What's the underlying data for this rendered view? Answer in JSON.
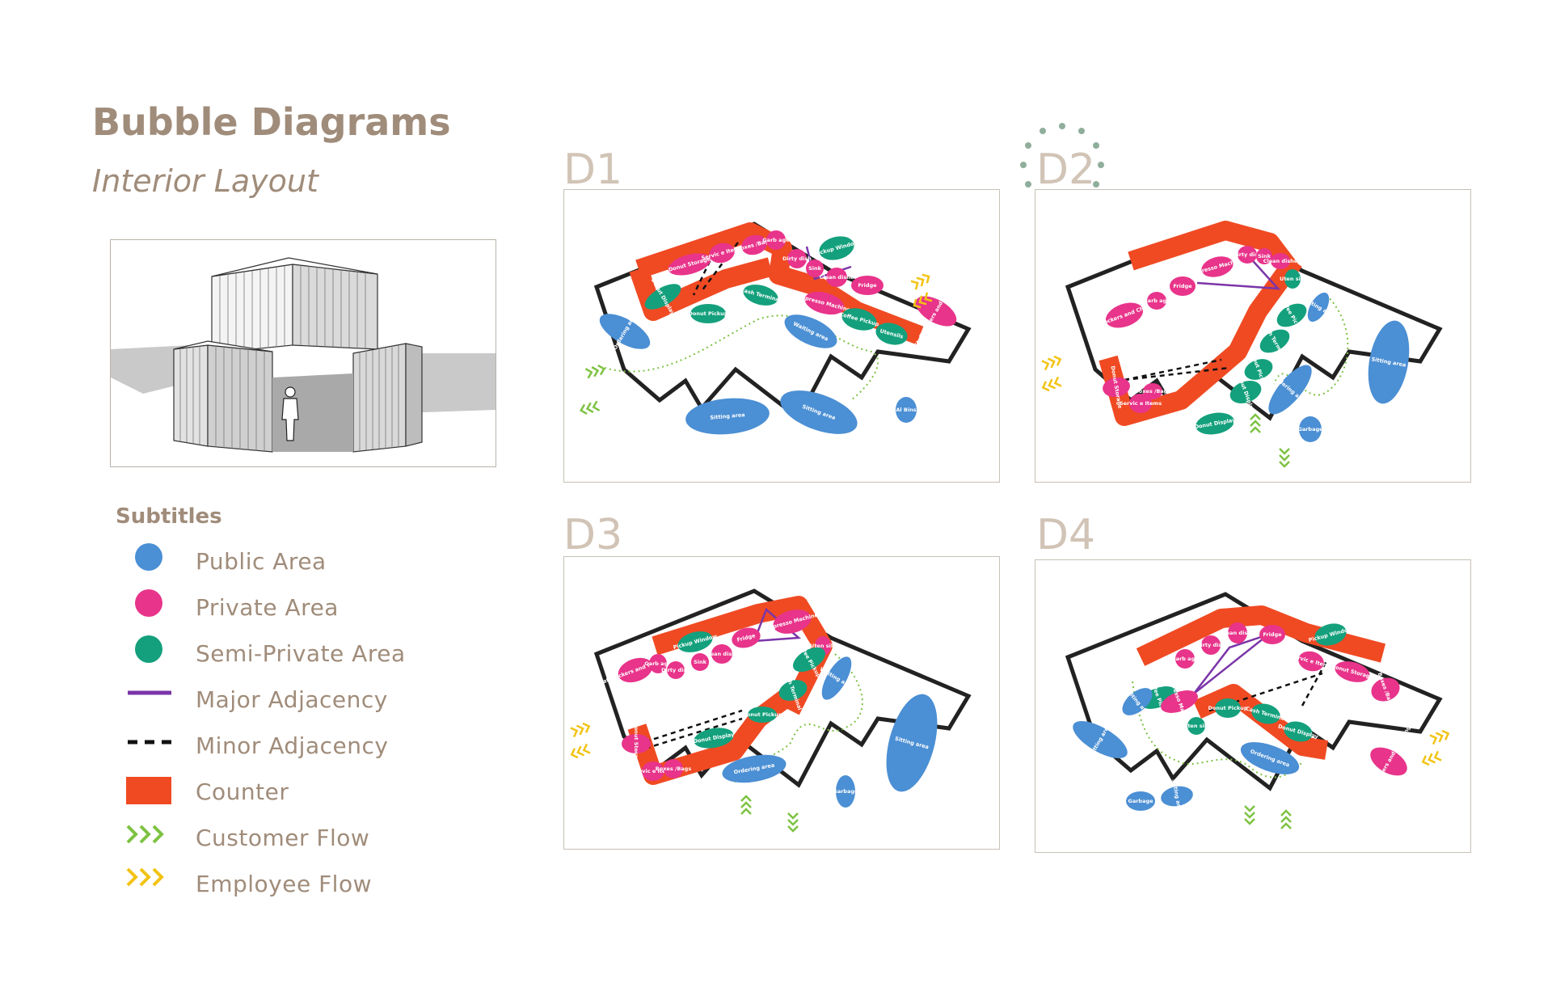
{
  "header": {
    "title": "Bubble Diagrams",
    "subtitle": "Interior Layout"
  },
  "colors": {
    "public": "#4b8fd4",
    "private": "#e8348a",
    "semi_private": "#14a07c",
    "major_adjacency": "#7b35a8",
    "minor_adjacency": "#111111",
    "counter": "#f04a23",
    "customer_flow": "#7dc242",
    "employee_flow": "#f2c313",
    "title_text": "#a08c7a",
    "panel_label": "#d1c4b6"
  },
  "legend": {
    "title": "Subtitles",
    "items": [
      {
        "label": "Public Area",
        "symbol": "dot-public"
      },
      {
        "label": "Private Area",
        "symbol": "dot-private"
      },
      {
        "label": "Semi-Private Area",
        "symbol": "dot-semi"
      },
      {
        "label": "Major Adjacency",
        "symbol": "line-major"
      },
      {
        "label": "Minor Adjacency",
        "symbol": "line-minor"
      },
      {
        "label": "Counter",
        "symbol": "rect-counter"
      },
      {
        "label": "Customer Flow",
        "symbol": "chevrons-customer"
      },
      {
        "label": "Employee Flow",
        "symbol": "chevrons-employee"
      }
    ]
  },
  "panels": {
    "d1": {
      "label": "D1",
      "bubbles": [
        "Donut Storage",
        "Servic e Items",
        "Boxes /Bags",
        "Garb age",
        "Pickup Window",
        "Dirty dish",
        "Sink",
        "Clean dishe",
        "Fridge",
        "Donut Display",
        "Donut Pickup",
        "Cash Terminal",
        "Espresso Machine",
        "Coffee Pickup",
        "Utensils",
        "Staff Lockers and Changing",
        "Ordering area",
        "Waiting area",
        "Sitting area",
        "Sitting area",
        "Al Bins"
      ]
    },
    "d2": {
      "label": "D2",
      "bubbles": [
        "Staff Lockers and Changing",
        "Garb age",
        "Fridge",
        "Espresso Machine",
        "Dirty dish",
        "Sink",
        "Clean dishe",
        "Uten sils",
        "Coffee Pickup",
        "Cash Terminal",
        "Donut Pickup",
        "Donut Display",
        "Donut Display",
        "Donut Storage",
        "Servic e Items",
        "Boxes /Bags",
        "Ordering area",
        "Waiting area",
        "Sitting area",
        "Garbage"
      ]
    },
    "d3": {
      "label": "D3",
      "bubbles": [
        "Staff Lockers and Changing",
        "Garb age",
        "Pickup Window",
        "Dirty dish",
        "Sink",
        "Clean dishe",
        "Fridge",
        "Espresso Machine",
        "Uten sils",
        "Coffee Pickup",
        "Cash Terminal",
        "Donut Pickup",
        "Donut Display",
        "Donut Storage",
        "Servic e Items",
        "Boxes /Bags",
        "Ordering area",
        "Waiting area",
        "Sitting area",
        "Garbage"
      ]
    },
    "d4": {
      "label": "D4",
      "bubbles": [
        "Garb age",
        "Dirty dish",
        "Clean dishe",
        "Fridge",
        "Pickup Window",
        "Coffee Pickup",
        "Espresso Machine",
        "Servic e Items",
        "Donut Storage",
        "Boxes /Bags",
        "Uten sils",
        "Donut Pickup",
        "Cash Terminal",
        "Donut Display",
        "Staff Lockers and Changing",
        "Waiting area",
        "Sitting area",
        "Garbage",
        "Sitting area",
        "Ordering area"
      ]
    }
  }
}
